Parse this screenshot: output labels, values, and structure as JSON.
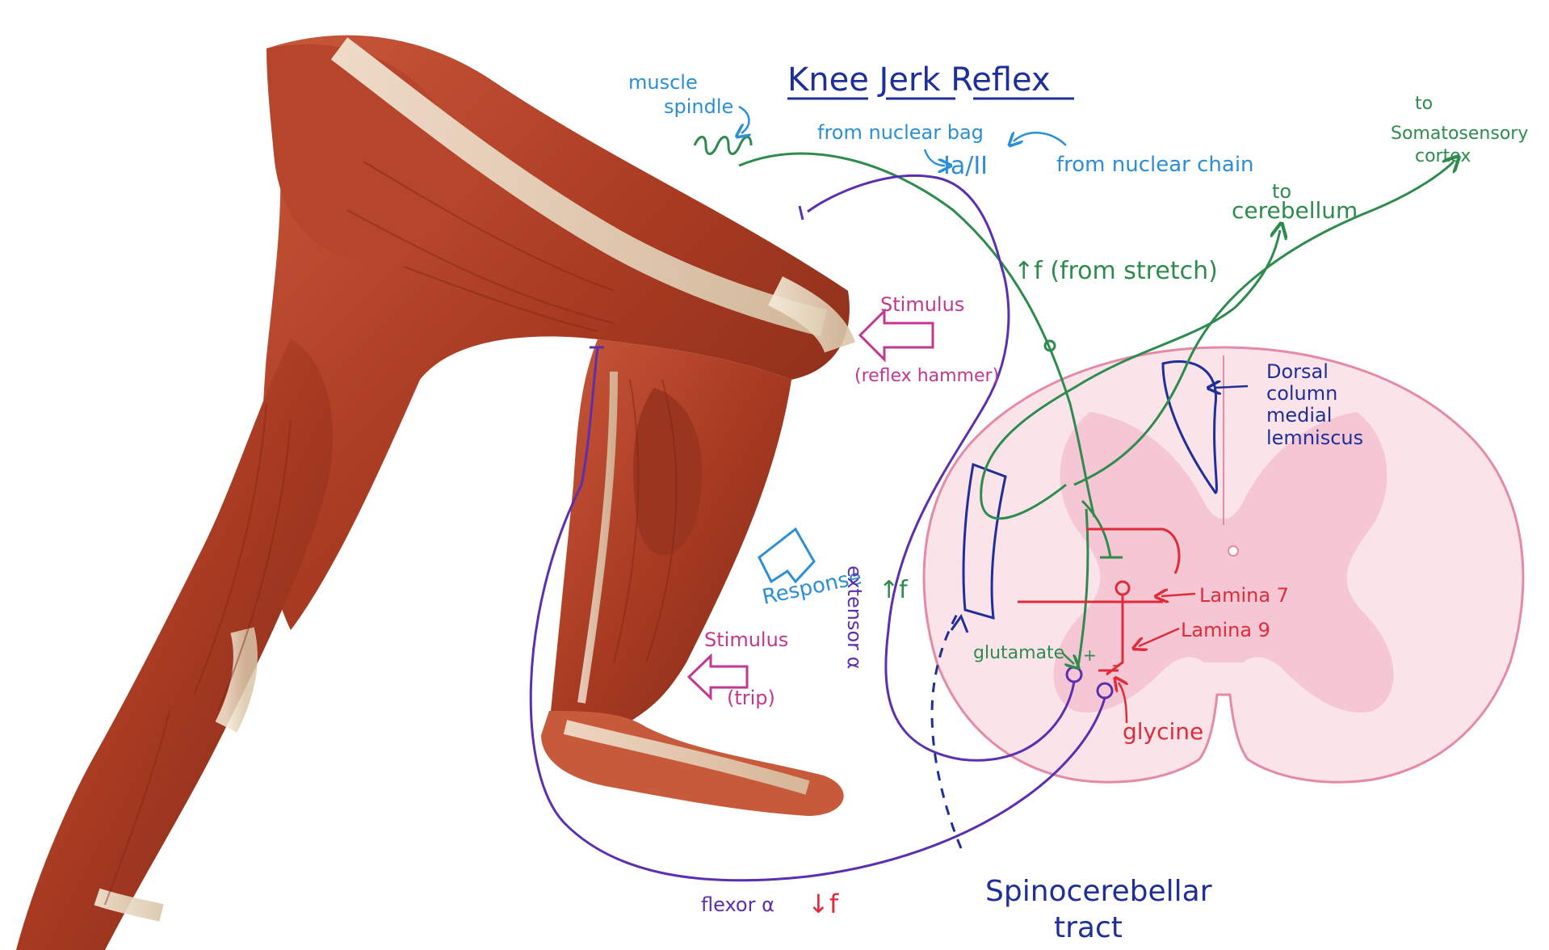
{
  "title": "Knee Jerk Reflex",
  "labels": {
    "muscle_spindle_line1": "muscle",
    "muscle_spindle_line2": "spindle",
    "from_nuclear_bag": "from nuclear bag",
    "ia_ii": "Ia/II",
    "from_nuclear_chain": "from nuclear chain",
    "to_somatosensory_line1": "to",
    "to_somatosensory_line2": "Somatosensory",
    "to_somatosensory_line3": "cortex",
    "to_cerebellum_line1": "to",
    "to_cerebellum_line2": "cerebellum",
    "up_f_from_stretch": "↑f (from stretch)",
    "stimulus_hammer": "Stimulus",
    "reflex_hammer": "(reflex hammer)",
    "dorsal_line1": "Dorsal",
    "dorsal_line2": "column",
    "dorsal_line3": "medial",
    "dorsal_line4": "lemniscus",
    "response": "Response",
    "extensor_alpha": "extensor α",
    "up_f": "↑f",
    "stimulus_trip": "Stimulus",
    "trip": "(trip)",
    "lamina7": "Lamina 7",
    "lamina9": "Lamina 9",
    "glutamate": "glutamate",
    "plus": "+",
    "minus": "-",
    "glycine": "glycine",
    "flexor_alpha": "flexor α",
    "down_f": "↓f",
    "spinocerebellar_line1": "Spinocerebellar",
    "spinocerebellar_line2": "tract"
  },
  "colors": {
    "green": "#2e8b4e",
    "purple": "#5b2fb0",
    "navy": "#1f2f9a",
    "magenta": "#c2378f",
    "red": "#e02b3a",
    "light_blue": "#2c8fd6",
    "cord_fill": "#f8dbe3",
    "cord_stroke": "#e58aa6",
    "gray_matter": "#f0b9ca",
    "muscle": "#b8472d",
    "tendon": "#efe4cf"
  }
}
